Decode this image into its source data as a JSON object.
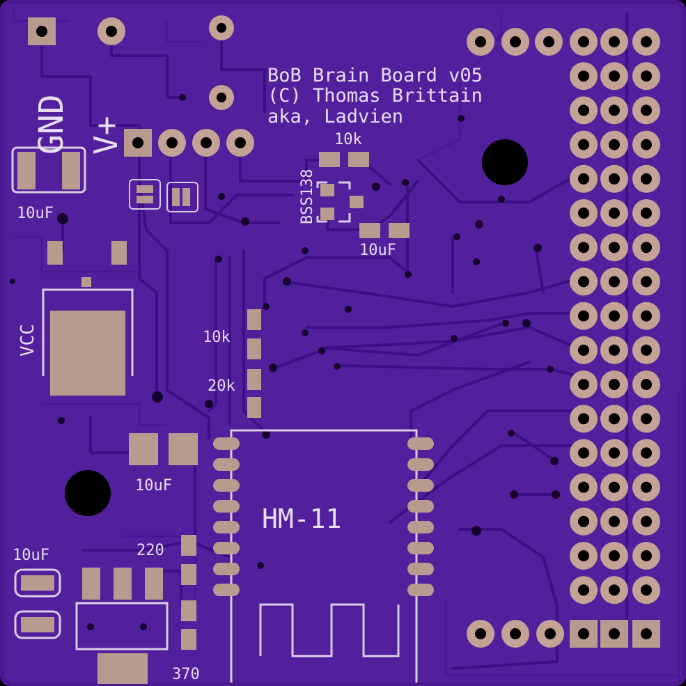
{
  "board": {
    "title_lines": [
      "BoB Brain Board v05",
      "(C) Thomas Brittain",
      "aka, Ladvien"
    ],
    "module_label": "HM-11",
    "colors": {
      "substrate": "#4b1a93",
      "pour": "#54209f",
      "pad": "#c4a296",
      "silk": "#e9dff5",
      "hole": "#000000",
      "via": "#14002e"
    }
  },
  "labels": {
    "gnd": "GND",
    "vplus": "V+",
    "vcc": "VCC",
    "bss138": "BSS138",
    "r_10k_top": "10k",
    "c_10uf_left": "10uF",
    "c_10uf_mid": "10uF",
    "r_10k_mid": "10k",
    "r_20k": "20k",
    "c_10uf_lower": "10uF",
    "c_10uf_bottom": "10uF",
    "r_220": "220",
    "r_370": "370"
  }
}
